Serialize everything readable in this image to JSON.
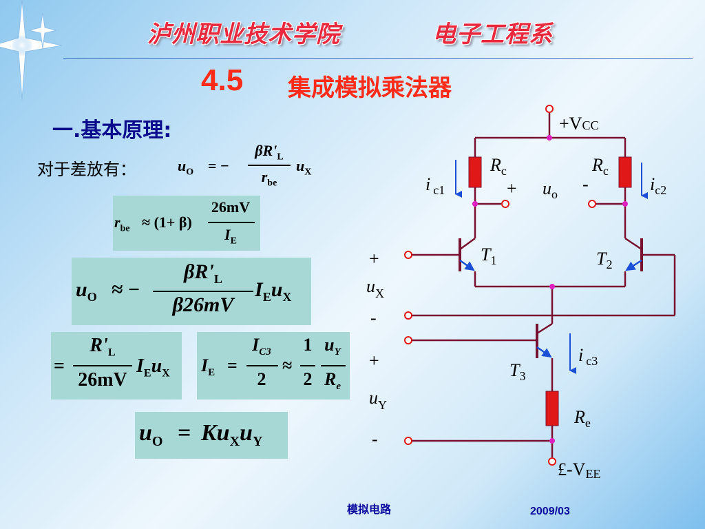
{
  "header": {
    "school": "泸州职业技术学院",
    "department": "电子工程系"
  },
  "title": {
    "number": "4.5",
    "text": "集成模拟乘法器"
  },
  "section": {
    "heading": "一.基本原理:"
  },
  "intro": {
    "label": "对于差放有："
  },
  "formulas": {
    "f1": {
      "lhs": "u",
      "lhs_sub": "O",
      "eq": "= −",
      "num": "βR'",
      "num_sub": "L",
      "den": "r",
      "den_sub": "be",
      "rhs": "u",
      "rhs_sub": "X"
    },
    "f2": {
      "lhs": "r",
      "lhs_sub": "be",
      "approx": "≈ (1+ β)",
      "num": "26mV",
      "den": "I",
      "den_sub": "E"
    },
    "f3": {
      "lhs": "u",
      "lhs_sub": "O",
      "approx": "≈ −",
      "num": "βR'",
      "num_sub": "L",
      "den": "β26mV",
      "rhs1": "I",
      "rhs1_sub": "E",
      "rhs2": "u",
      "rhs2_sub": "X"
    },
    "f4": {
      "eq": "=",
      "num": "R'",
      "num_sub": "L",
      "den": "26mV",
      "rhs1": "I",
      "rhs1_sub": "E",
      "rhs2": "u",
      "rhs2_sub": "X"
    },
    "f5": {
      "lhs": "I",
      "lhs_sub": "E",
      "eq": "=",
      "num1": "I",
      "num1_sub": "C3",
      "den1": "2",
      "approx": "≈",
      "num2": "1",
      "den2": "2",
      "num3": "u",
      "num3_sub": "Y",
      "den3": "R",
      "den3_sub": "e"
    },
    "f6": {
      "lhs": "u",
      "lhs_sub": "O",
      "eq": "=",
      "k": "Ku",
      "k_sub": "X",
      "u": "u",
      "u_sub": "Y"
    }
  },
  "circuit": {
    "vcc": "+V",
    "vcc_sub": "CC",
    "vee": "£-V",
    "vee_sub": "EE",
    "rc": "R",
    "rc_sub": "c",
    "re": "R",
    "re_sub": "e",
    "ic1": "i",
    "ic1_sub": "c1",
    "ic2": "i",
    "ic2_sub": "c2",
    "ic3": "i",
    "ic3_sub": "c3",
    "uo": "u",
    "uo_sub": "o",
    "t1": "T",
    "t1_sub": "1",
    "t2": "T",
    "t2_sub": "2",
    "t3": "T",
    "t3_sub": "3",
    "ux": "u",
    "ux_sub": "X",
    "uy": "u",
    "uy_sub": "Y",
    "plus": "+",
    "minus": "-"
  },
  "footer": {
    "course": "模拟电路",
    "date": "2009/03"
  },
  "colors": {
    "header_red": "#e8283c",
    "title_red": "#ff2a18",
    "section_blue": "#0a0a8c",
    "wire": "#7a1030",
    "resistor": "#e01818",
    "arrow": "#1a4fd6",
    "node": "#e020c0",
    "formula_box": "#a7d8d6"
  }
}
